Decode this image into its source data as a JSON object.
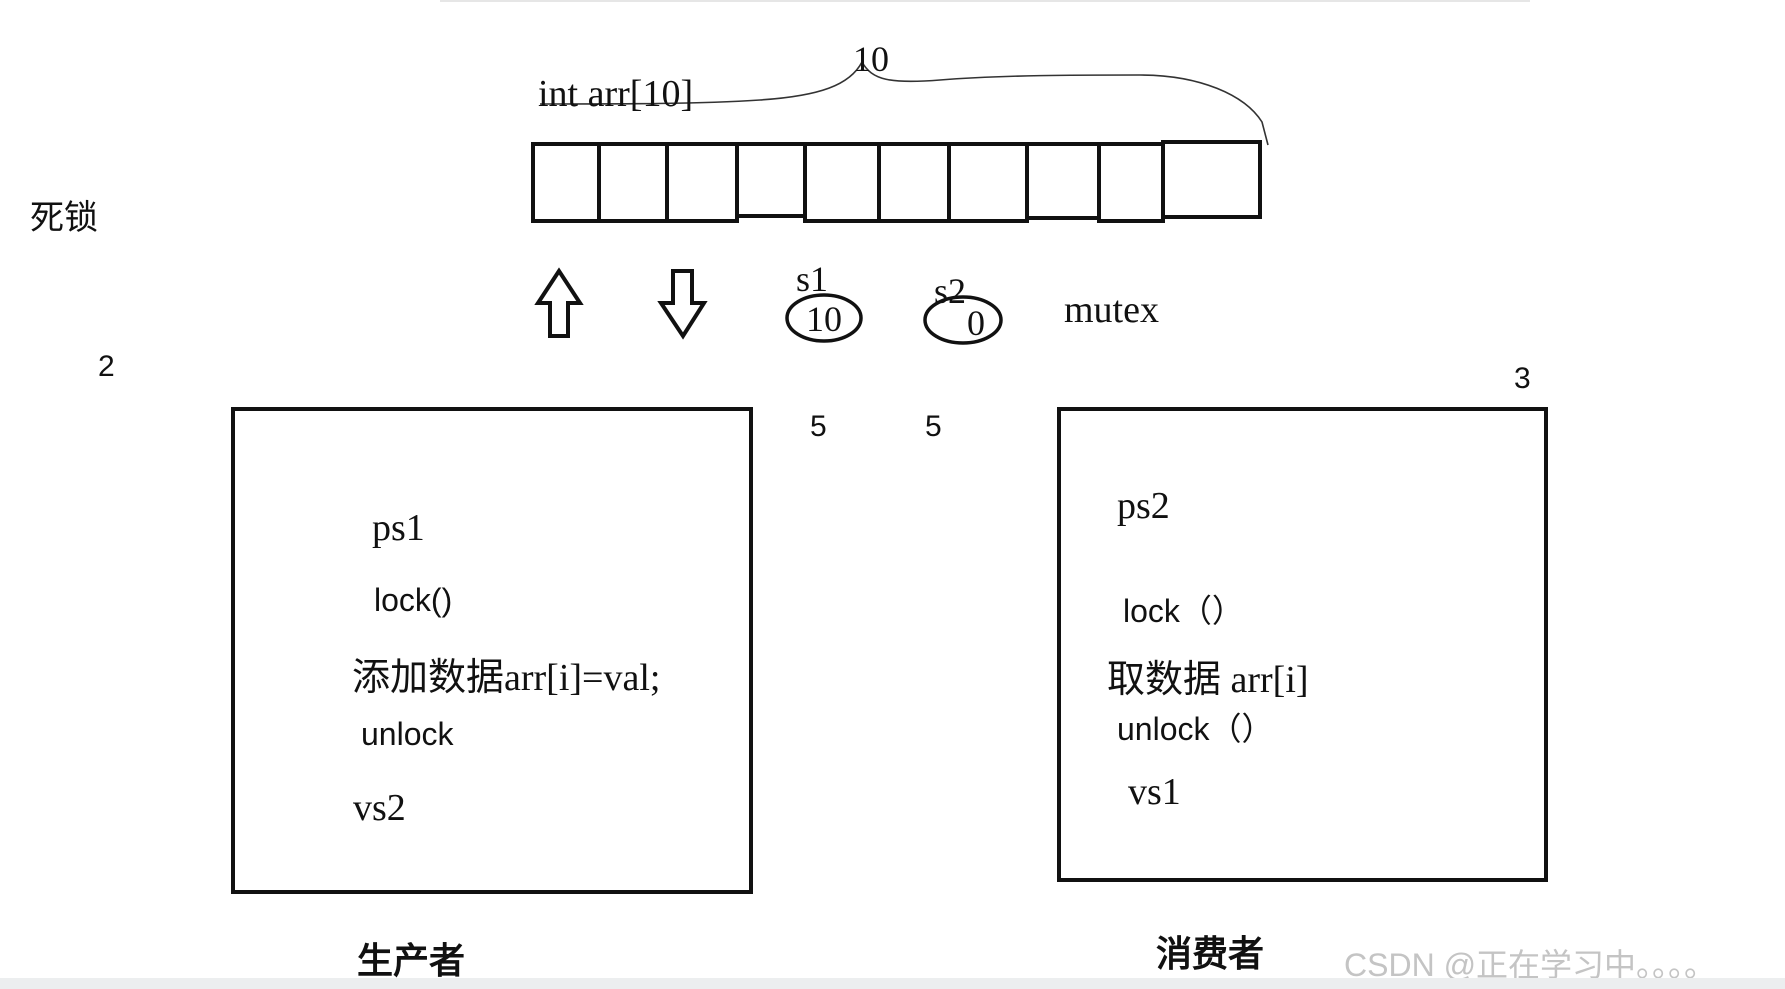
{
  "diagram": {
    "title_left": "死锁",
    "array_label": "int arr[10]",
    "array_size_label": "10",
    "semaphores": [
      {
        "name": "s1",
        "value": "10"
      },
      {
        "name": "s2",
        "value": "0"
      }
    ],
    "mutex_label": "mutex",
    "number_left": "2",
    "number_right": "3",
    "mid_numbers": [
      "5",
      "5"
    ],
    "producer": {
      "lines": [
        "ps1",
        "lock()",
        "添加数据arr[i]=val;",
        "unlock",
        "vs2"
      ],
      "caption": "生产者"
    },
    "consumer": {
      "lines": [
        "ps2",
        "lock（）",
        "取数据 arr[i]",
        "unlock（）",
        "vs1"
      ],
      "caption": "消费者"
    },
    "watermark": "CSDN @正在学习中。。。。",
    "arrows": {
      "left": "up-arrow-icon",
      "right": "down-arrow-icon"
    }
  }
}
